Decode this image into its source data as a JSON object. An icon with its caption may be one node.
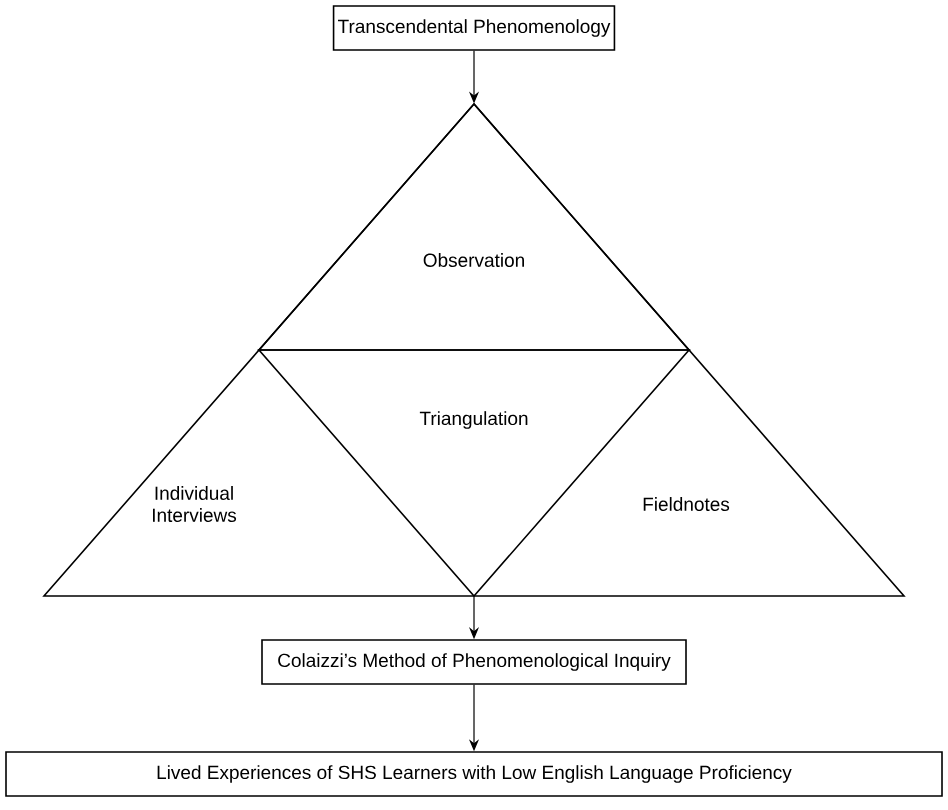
{
  "diagram": {
    "nodes": [
      {
        "text": [
          "Transcendental Phenomenology"
        ]
      },
      {
        "text": [],
        "shape": "triangle"
      },
      {
        "text": [
          "Observation"
        ],
        "in": 1
      },
      {
        "text": [
          "Triangulation"
        ],
        "in": 1
      },
      {
        "text": [
          "Individual Interviews"
        ],
        "in": 1
      },
      {
        "text": [
          "Fieldnotes"
        ],
        "in": 1
      },
      {
        "text": [
          "Colaizzi’s Method of Phenomenological Inquiry"
        ]
      },
      {
        "text": [
          "Lived Experiences of SHS Learners with Low English Language Proficiency"
        ]
      }
    ],
    "edges": [
      {
        "from": 0,
        "to": 1,
        "arrow": "to"
      },
      {
        "from": 1,
        "to": 6,
        "arrow": "to"
      },
      {
        "from": 6,
        "to": 7,
        "arrow": "to"
      }
    ]
  }
}
